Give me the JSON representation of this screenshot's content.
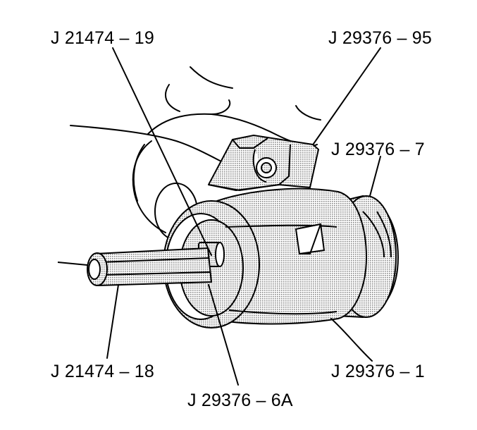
{
  "callouts": {
    "top_left": "J 21474 – 19",
    "top_right": "J 29376 – 95",
    "right_upper": "J 29376 – 7",
    "bottom_left": "J 21474 – 18",
    "bottom_right": "J 29376 – 1",
    "bottom_center": "J 29376 – 6A"
  },
  "colors": {
    "line": "#000000",
    "background": "#ffffff",
    "body_shade": "#c8c8c8"
  }
}
